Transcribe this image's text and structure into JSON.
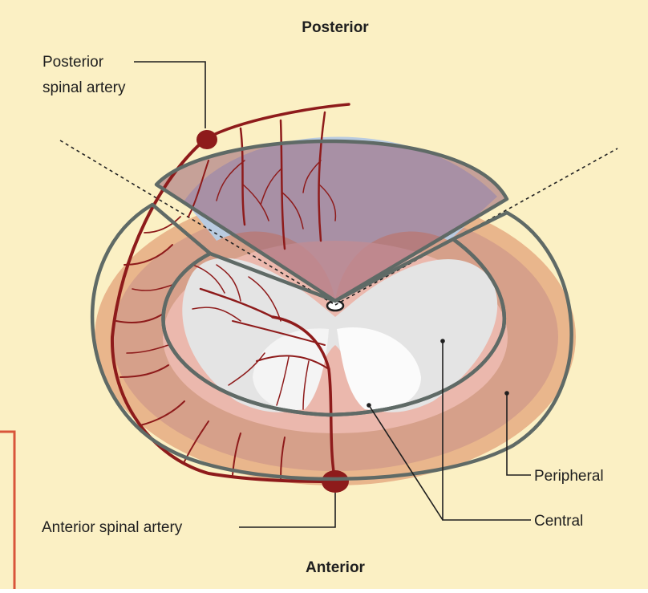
{
  "diagram": {
    "labels": {
      "posterior_heading": "Posterior",
      "anterior_heading": "Anterior",
      "posterior_spinal_artery_line1": "Posterior",
      "posterior_spinal_artery_line2": "spinal artery",
      "anterior_spinal_artery": "Anterior spinal artery",
      "peripheral": "Peripheral",
      "central": "Central"
    },
    "colors": {
      "background": "#fbf0c4",
      "outer_rim": "#e9b68c",
      "peripheral_zone": "#d6a08a",
      "gray_matter": "#e4e4e4",
      "white_inner": "#fbfbfb",
      "posterior_column": "#b9cbe0",
      "artery": "#8e1b1b",
      "overlay_fill": "#9a6075",
      "outline": "#5f6a66",
      "red_frame": "#d8553a"
    }
  }
}
